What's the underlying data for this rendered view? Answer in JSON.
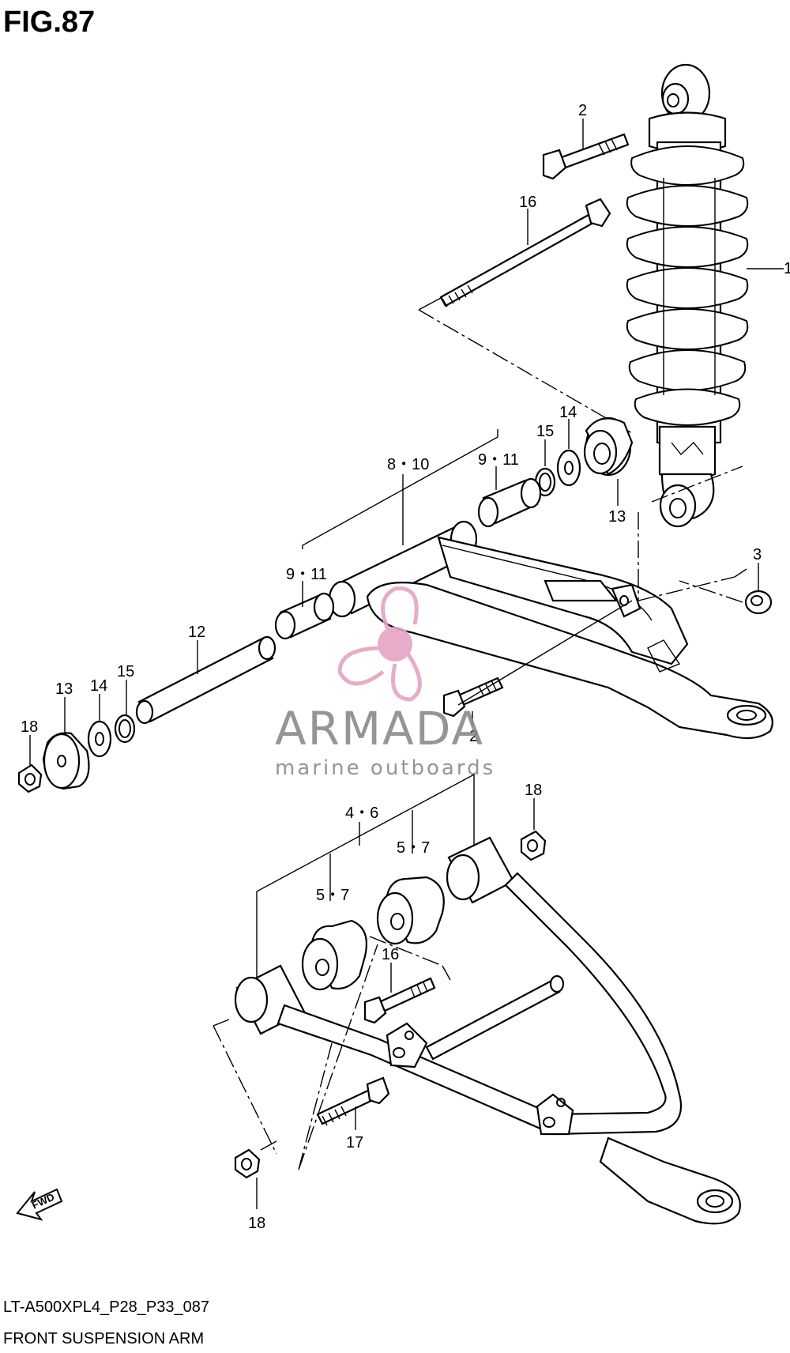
{
  "figure": {
    "title": "FIG.87",
    "model_code": "LT-A500XPL4_P28_P33_087",
    "caption": "FRONT SUSPENSION ARM"
  },
  "watermark": {
    "brand": "ARMADA",
    "tagline": "marine outboards",
    "logo_icon": "propeller-icon",
    "logo_color": "#e6a3c4"
  },
  "fwd_arrow": {
    "label": "FWD",
    "icon": "forward-arrow-icon"
  },
  "callouts": {
    "c1": "1",
    "c2a": "2",
    "c2b": "2",
    "c3": "3",
    "c4_6": "4・6",
    "c5_7a": "5・7",
    "c5_7b": "5・7",
    "c8_10": "8・10",
    "c9_11a": "9・11",
    "c9_11b": "9・11",
    "c12": "12",
    "c13a": "13",
    "c13b": "13",
    "c14a": "14",
    "c14b": "14",
    "c15a": "15",
    "c15b": "15",
    "c16a": "16",
    "c16b": "16",
    "c17": "17",
    "c18a": "18",
    "c18b": "18",
    "c18c": "18"
  }
}
